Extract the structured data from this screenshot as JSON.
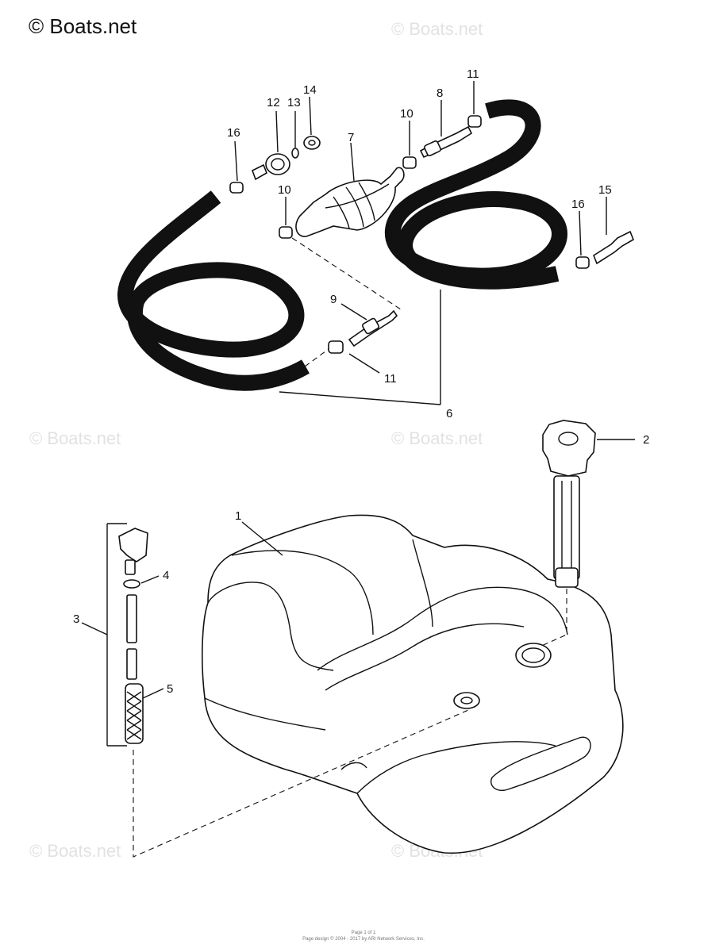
{
  "watermark": {
    "brand": "© Boats.net",
    "faint": [
      "© Boats.net",
      "© Boats.net",
      "© Boats.net",
      "© Boats.net",
      "© Boats.net"
    ]
  },
  "callouts": {
    "c1": "1",
    "c2": "2",
    "c3": "3",
    "c4": "4",
    "c5": "5",
    "c6": "6",
    "c7": "7",
    "c8": "8",
    "c9": "9",
    "c10a": "10",
    "c10b": "10",
    "c11a": "11",
    "c11b": "11",
    "c12": "12",
    "c13": "13",
    "c14": "14",
    "c15": "15",
    "c16a": "16",
    "c16b": "16"
  },
  "footer": {
    "line1": "Page 1 of 1",
    "line2": "Page design © 2004 - 2017 by ARI Network Services, Inc."
  }
}
